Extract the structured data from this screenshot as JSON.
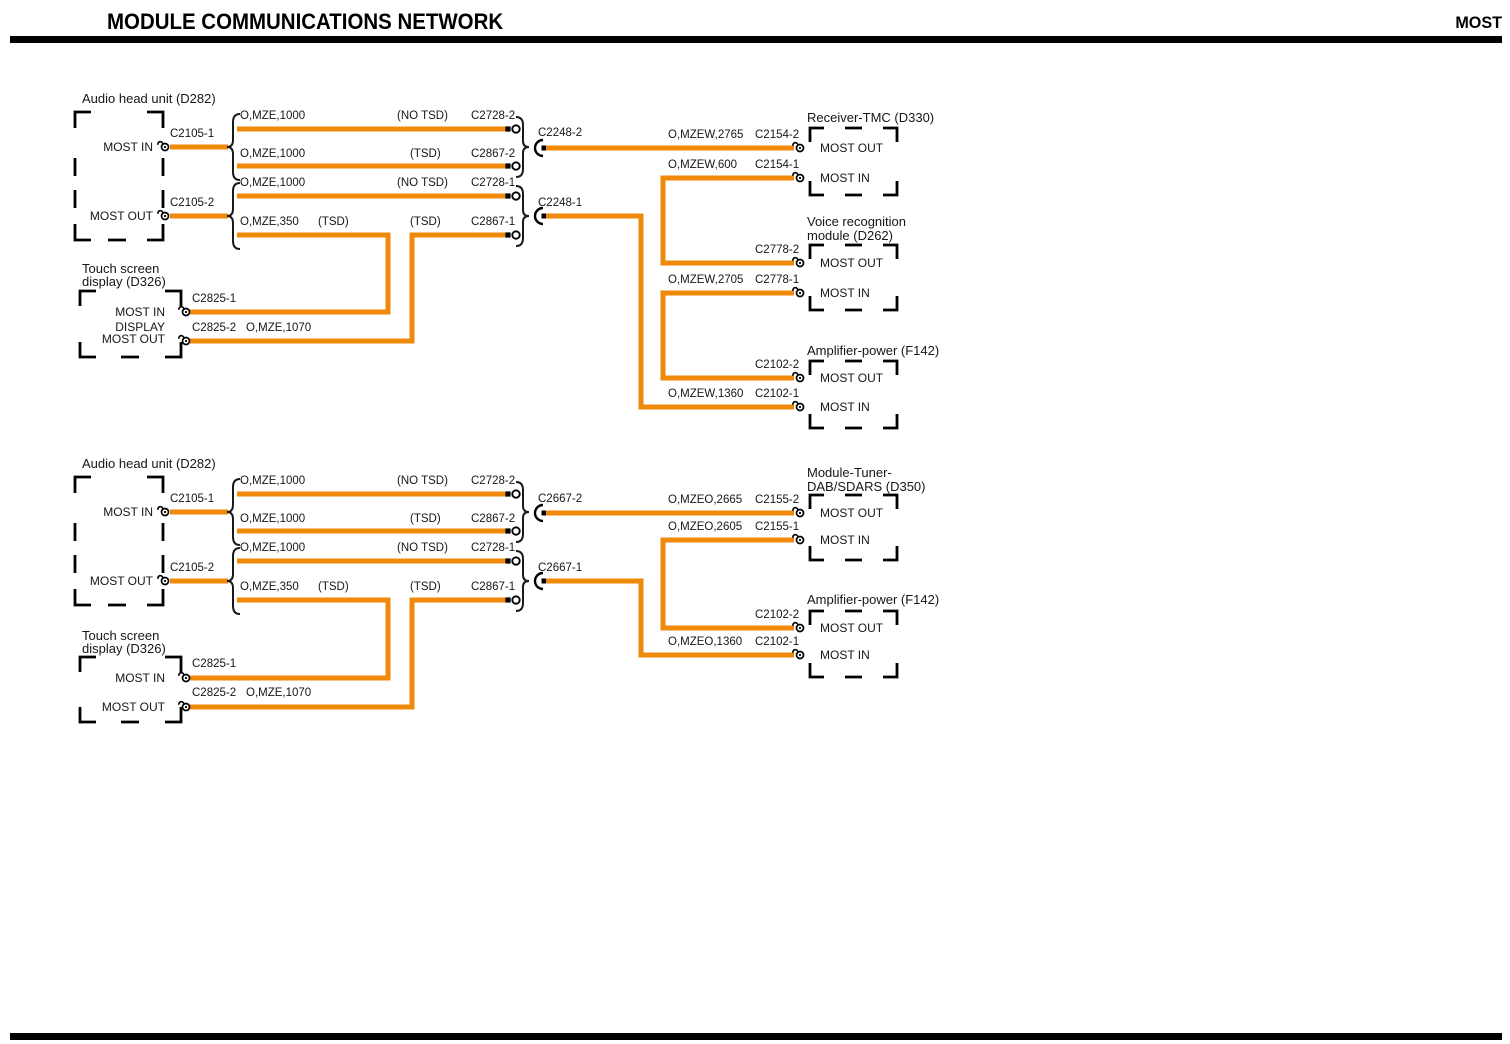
{
  "header": {
    "title": "MODULE COMMUNICATIONS NETWORK",
    "system": "MOST"
  },
  "s1": {
    "head_unit": {
      "title": "Audio head unit (D282)",
      "most_in": "MOST IN",
      "most_out": "MOST OUT",
      "conn_in": "C2105-1",
      "conn_out": "C2105-2"
    },
    "display": {
      "title_line1": "Touch screen",
      "title_line2": "display (D326)",
      "most_in": "MOST IN",
      "out_line1": "DISPLAY",
      "out_line2": "MOST OUT",
      "conn_in": "C2825-1",
      "conn_out": "C2825-2",
      "wire_out": "O,MZE,1070"
    },
    "branch": {
      "r1": {
        "wire": "O,MZE,1000",
        "cfg": "(NO TSD)",
        "conn": "C2728-2"
      },
      "r2": {
        "wire": "O,MZE,1000",
        "cfg": "(TSD)",
        "conn": "C2867-2"
      },
      "r3": {
        "wire": "O,MZE,1000",
        "cfg": "(NO TSD)",
        "conn": "C2728-1"
      },
      "r4": {
        "wire": "O,MZE,350",
        "cfg1": "(TSD)",
        "cfg2": "(TSD)",
        "conn": "C2867-1"
      }
    },
    "inline_top": "C2248-2",
    "inline_bottom": "C2248-1",
    "receiver": {
      "title": "Receiver-TMC (D330)",
      "most_out": "MOST OUT",
      "most_in": "MOST IN",
      "wire_out": "O,MZEW,2765",
      "conn_out": "C2154-2",
      "wire_in": "O,MZEW,600",
      "conn_in": "C2154-1"
    },
    "voice": {
      "title_line1": "Voice recognition",
      "title_line2": "module (D262)",
      "most_out": "MOST OUT",
      "most_in": "MOST IN",
      "conn_out": "C2778-2",
      "wire_in": "O,MZEW,2705",
      "conn_in": "C2778-1"
    },
    "amp": {
      "title": "Amplifier-power (F142)",
      "most_out": "MOST OUT",
      "most_in": "MOST IN",
      "conn_out": "C2102-2",
      "wire_in": "O,MZEW,1360",
      "conn_in": "C2102-1"
    }
  },
  "s2": {
    "head_unit": {
      "title": "Audio head unit (D282)",
      "most_in": "MOST IN",
      "most_out": "MOST OUT",
      "conn_in": "C2105-1",
      "conn_out": "C2105-2"
    },
    "display": {
      "title_line1": "Touch screen",
      "title_line2": "display (D326)",
      "most_in": "MOST IN",
      "most_out": "MOST OUT",
      "conn_in": "C2825-1",
      "conn_out": "C2825-2",
      "wire_out": "O,MZE,1070"
    },
    "branch": {
      "r1": {
        "wire": "O,MZE,1000",
        "cfg": "(NO TSD)",
        "conn": "C2728-2"
      },
      "r2": {
        "wire": "O,MZE,1000",
        "cfg": "(TSD)",
        "conn": "C2867-2"
      },
      "r3": {
        "wire": "O,MZE,1000",
        "cfg": "(NO TSD)",
        "conn": "C2728-1"
      },
      "r4": {
        "wire": "O,MZE,350",
        "cfg1": "(TSD)",
        "cfg2": "(TSD)",
        "conn": "C2867-1"
      }
    },
    "inline_top": "C2667-2",
    "inline_bottom": "C2667-1",
    "tuner": {
      "title_line1": "Module-Tuner-",
      "title_line2": "DAB/SDARS (D350)",
      "most_out": "MOST OUT",
      "most_in": "MOST IN",
      "wire_out": "O,MZEO,2665",
      "conn_out": "C2155-2",
      "wire_in": "O,MZEO,2605",
      "conn_in": "C2155-1"
    },
    "amp": {
      "title": "Amplifier-power (F142)",
      "most_out": "MOST OUT",
      "most_in": "MOST IN",
      "conn_out": "C2102-2",
      "wire_in": "O,MZEO,1360",
      "conn_in": "C2102-1"
    }
  }
}
